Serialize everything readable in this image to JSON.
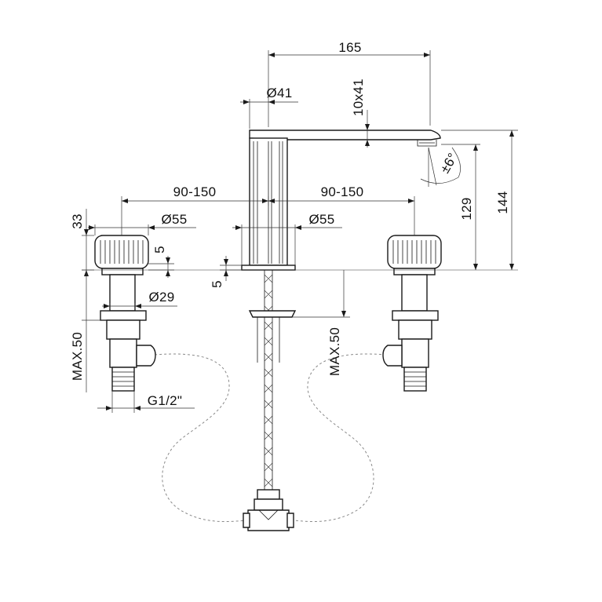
{
  "labels": {
    "width_165": "165",
    "dia_41": "Ø41",
    "spout_section": "10x41",
    "angle": "±6°",
    "height_144": "144",
    "height_129": "129",
    "spacing_left": "90-150",
    "spacing_right": "90-150",
    "handle_height_33": "33",
    "handle_dia_left": "Ø55",
    "spout_base_dia": "Ø55",
    "handle_gap_5": "5",
    "spout_gap_5": "5",
    "stem_dia_29": "Ø29",
    "max_deck_left": "MAX.50",
    "max_deck_center": "MAX.50",
    "thread": "G1/2\""
  }
}
